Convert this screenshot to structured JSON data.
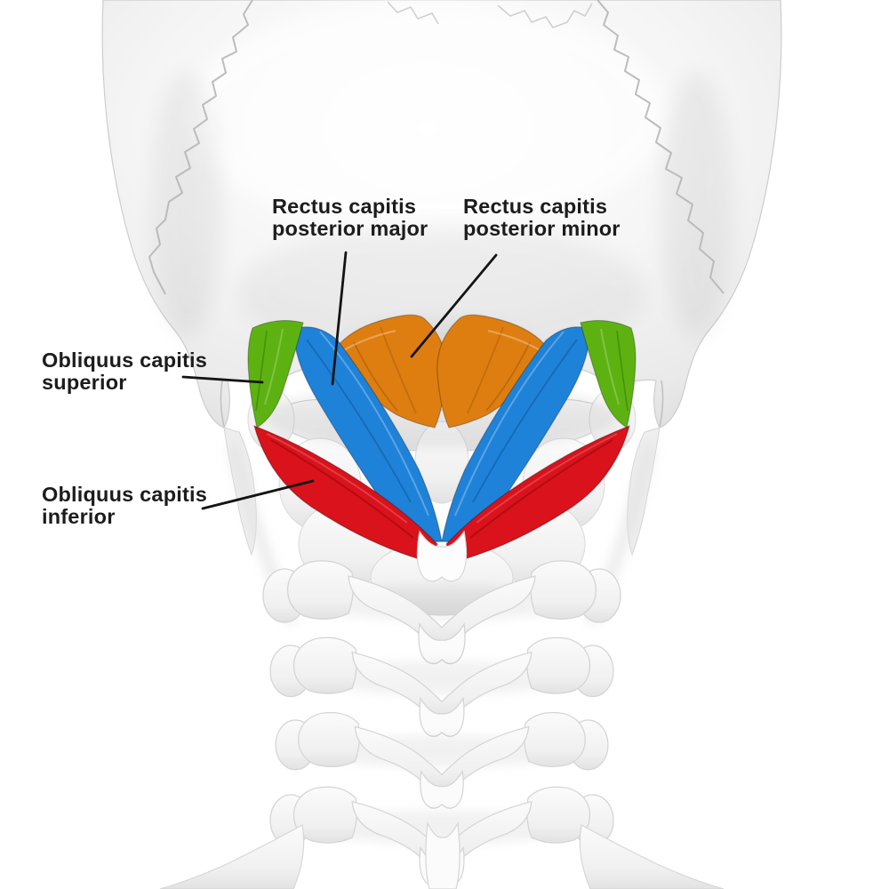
{
  "diagram": {
    "labels": {
      "rectus_capitis_posterior_major": {
        "line1": "Rectus capitis",
        "line2": "posterior major"
      },
      "rectus_capitis_posterior_minor": {
        "line1": "Rectus capitis",
        "line2": "posterior minor"
      },
      "obliquus_capitis_superior": {
        "line1": "Obliquus capitis",
        "line2": "superior"
      },
      "obliquus_capitis_inferior": {
        "line1": "Obliquus capitis",
        "line2": "inferior"
      }
    },
    "muscle_colors": {
      "rectus_capitis_posterior_major": "#1e82d8",
      "rectus_capitis_posterior_minor": "#de7e10",
      "obliquus_capitis_superior": "#5db211",
      "obliquus_capitis_inferior": "#d9121b"
    },
    "style": {
      "background": "#ffffff",
      "bone": "#f3f3f3",
      "label_text": "#1c1c1c",
      "leader_line": "#141414"
    }
  }
}
